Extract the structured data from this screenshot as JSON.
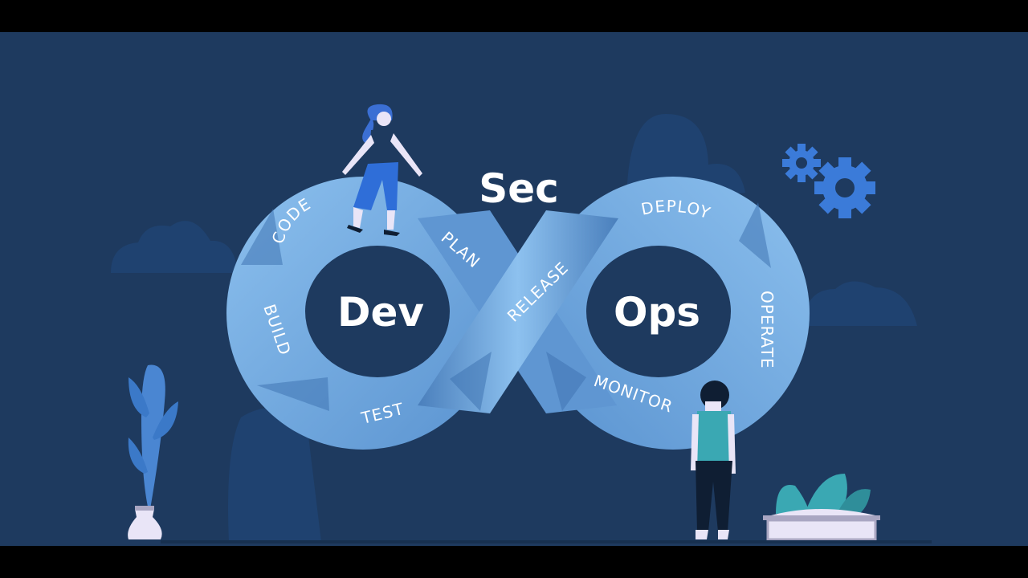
{
  "colors": {
    "letterbox": "#000000",
    "background": "#1e3a5f",
    "silhouette": "#1f4270",
    "loop_light": "#77b0e6",
    "loop_dark": "#4f86c4",
    "center_hole": "#1e3a5f",
    "gear": "#3b7bd9",
    "text": "#ffffff"
  },
  "words": {
    "sec": "Sec",
    "dev": "Dev",
    "ops": "Ops"
  },
  "stages": {
    "code": "CODE",
    "plan": "PLAN",
    "build": "BUILD",
    "test": "TEST",
    "release": "RELEASE",
    "deploy": "DEPLOY",
    "operate": "OPERATE",
    "monitor": "MONITOR"
  },
  "icons": [
    "gear-icon",
    "gear-icon"
  ]
}
